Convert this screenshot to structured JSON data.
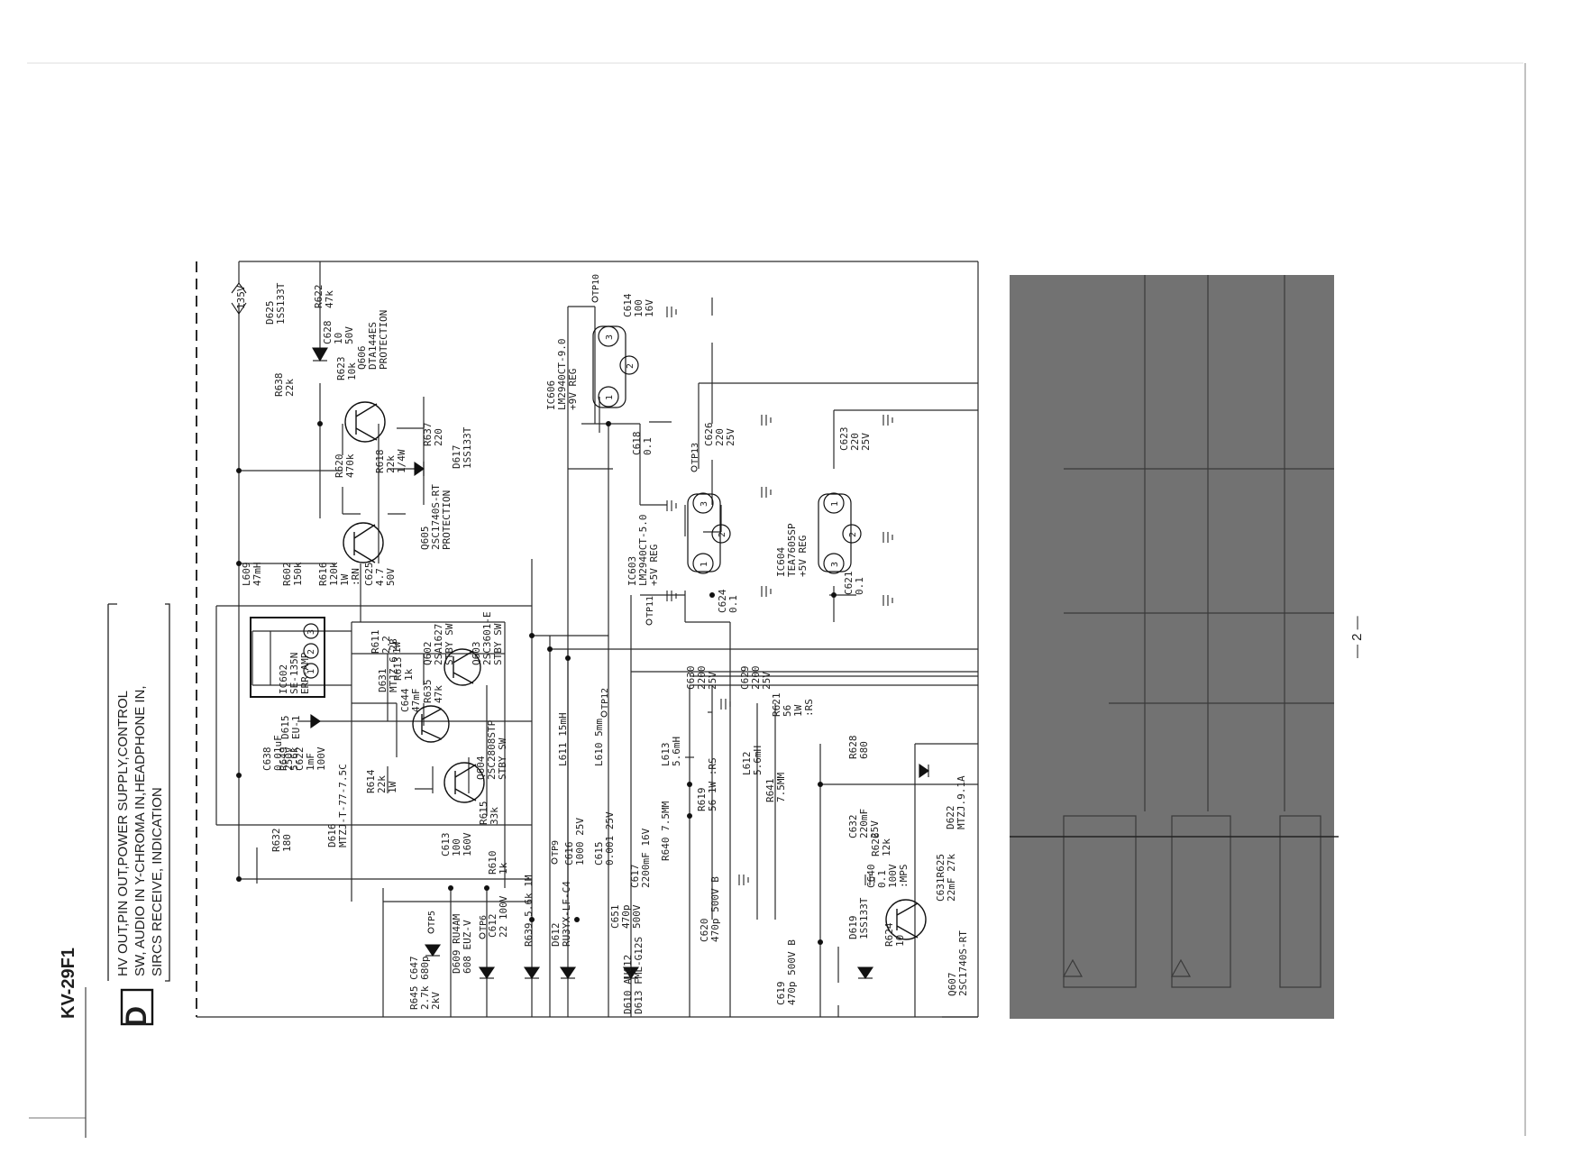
{
  "page": {
    "model": "KV-29F1",
    "section_letter": "D",
    "section_title_lines": [
      "HV OUT,PIN OUT,POWER SUPPLY,CONTROL",
      "SW, AUDIO IN Y-CHROMA IN,HEADPHONE IN,",
      "SIRCS RECEIVE, INDICATION"
    ],
    "page_number": "— 2 —",
    "supply_label": "135V"
  },
  "components": [
    {
      "ref": "IC602",
      "lines": [
        "IC602",
        "SE-135N",
        "ERR-AMP"
      ],
      "pins": [
        "3",
        "2",
        "1"
      ]
    },
    {
      "ref": "D615",
      "lines": [
        "D615",
        "EU-1"
      ]
    },
    {
      "ref": "C638",
      "lines": [
        "C638",
        "0.01uF",
        "250V"
      ]
    },
    {
      "ref": "R649",
      "lines": [
        "R649",
        "5.6k"
      ]
    },
    {
      "ref": "C622",
      "lines": [
        "C622",
        "1mF",
        "100V"
      ]
    },
    {
      "ref": "R614",
      "lines": [
        "R614",
        "22k",
        "1W"
      ]
    },
    {
      "ref": "R632",
      "lines": [
        "R632",
        "180"
      ]
    },
    {
      "ref": "D631",
      "lines": [
        "D631",
        "MTJZ-6.2B"
      ]
    },
    {
      "ref": "R613",
      "lines": [
        "R613",
        "1k"
      ]
    },
    {
      "ref": "C644",
      "lines": [
        "C644",
        "47mF"
      ]
    },
    {
      "ref": "R635",
      "lines": [
        "R635",
        "47k"
      ]
    },
    {
      "ref": "R611",
      "lines": [
        "R611",
        "2.2",
        "1W"
      ]
    },
    {
      "ref": "Q602",
      "lines": [
        "Q602",
        "2SA1627",
        "STBY SW"
      ]
    },
    {
      "ref": "Q603",
      "lines": [
        "Q603",
        "2SC3601-E",
        "STBY SW"
      ]
    },
    {
      "ref": "Q604",
      "lines": [
        "Q604",
        "2SC2808STP",
        "STBY SW"
      ]
    },
    {
      "ref": "R615",
      "lines": [
        "R615",
        "33k"
      ]
    },
    {
      "ref": "D616",
      "lines": [
        "D616",
        "MTZJ-T-77-7.5C"
      ]
    },
    {
      "ref": "C613",
      "lines": [
        "C613",
        "100",
        "160V"
      ]
    },
    {
      "ref": "L609",
      "lines": [
        "L609",
        "47mH"
      ]
    },
    {
      "ref": "R602",
      "lines": [
        "R602",
        "150k"
      ]
    },
    {
      "ref": "R616",
      "lines": [
        "R616",
        "120k",
        "1W",
        ":RN"
      ]
    },
    {
      "ref": "C625",
      "lines": [
        "C625",
        "4.7",
        "50V"
      ]
    },
    {
      "ref": "Q605",
      "lines": [
        "Q605",
        "2SC1740S-RT",
        "PROTECTION"
      ]
    },
    {
      "ref": "R620",
      "lines": [
        "R620",
        "470k"
      ]
    },
    {
      "ref": "R618",
      "lines": [
        "R618",
        "22k",
        "1/4W"
      ]
    },
    {
      "ref": "D617",
      "lines": [
        "D617",
        "1SS133T"
      ]
    },
    {
      "ref": "R638",
      "lines": [
        "R638",
        "22k"
      ]
    },
    {
      "ref": "D625",
      "lines": [
        "D625",
        "1SS133T"
      ]
    },
    {
      "ref": "R623",
      "lines": [
        "R623",
        "10k"
      ]
    },
    {
      "ref": "C628",
      "lines": [
        "C628",
        "10",
        "50V"
      ]
    },
    {
      "ref": "Q606",
      "lines": [
        "Q606",
        "DTA144ES",
        "PROTECTION"
      ]
    },
    {
      "ref": "R622",
      "lines": [
        "R622",
        "47k"
      ]
    },
    {
      "ref": "R637",
      "lines": [
        "R637",
        "220"
      ]
    },
    {
      "ref": "IC606",
      "lines": [
        "IC606",
        "LM2940CT-9.0",
        "+9V REG"
      ],
      "pins": [
        "1",
        "2",
        "3"
      ]
    },
    {
      "ref": "C614",
      "lines": [
        "C614",
        "100",
        "16V"
      ]
    },
    {
      "ref": "C618",
      "lines": [
        "C618",
        "0.1"
      ]
    },
    {
      "ref": "C626",
      "lines": [
        "C626",
        "220",
        "25V"
      ]
    },
    {
      "ref": "IC603",
      "lines": [
        "IC603",
        "LM2940CT-5.0",
        "+5V REG"
      ],
      "pins": [
        "1",
        "2",
        "3"
      ]
    },
    {
      "ref": "C624",
      "lines": [
        "C624",
        "0.1"
      ]
    },
    {
      "ref": "IC604",
      "lines": [
        "IC604",
        "TEA7605SP",
        "+5V REG"
      ],
      "pins": [
        "3",
        "2",
        "1"
      ]
    },
    {
      "ref": "C623",
      "lines": [
        "C623",
        "220",
        "25V"
      ]
    },
    {
      "ref": "C621",
      "lines": [
        "C621",
        "0.1"
      ]
    },
    {
      "ref": "C616",
      "lines": [
        "C616",
        "1000 25V"
      ]
    },
    {
      "ref": "C615",
      "lines": [
        "C615",
        "0.001 25V"
      ]
    },
    {
      "ref": "C617",
      "lines": [
        "C617",
        "2200mF 16V"
      ]
    },
    {
      "ref": "L611",
      "lines": [
        "L611 15mH"
      ]
    },
    {
      "ref": "L610",
      "lines": [
        "L610 5mm"
      ]
    },
    {
      "ref": "L613",
      "lines": [
        "L613",
        "5.6mH"
      ]
    },
    {
      "ref": "C630",
      "lines": [
        "C630",
        "2200",
        "25V"
      ]
    },
    {
      "ref": "C629",
      "lines": [
        "C629",
        "2200",
        "25V"
      ]
    },
    {
      "ref": "L612",
      "lines": [
        "L612",
        "5.6mH"
      ]
    },
    {
      "ref": "R621",
      "lines": [
        "R621",
        "56",
        "1W",
        ":RS"
      ]
    },
    {
      "ref": "R640",
      "lines": [
        "R640 7.5MM"
      ]
    },
    {
      "ref": "R619",
      "lines": [
        "R619",
        "56 1W :RS"
      ]
    },
    {
      "ref": "R641",
      "lines": [
        "R641",
        "7.5MM"
      ]
    },
    {
      "ref": "C640",
      "lines": [
        "C640",
        "0.1",
        "100V",
        ":MPS"
      ]
    },
    {
      "ref": "R628",
      "lines": [
        "R628",
        "680"
      ]
    },
    {
      "ref": "C632",
      "lines": [
        "C632",
        "220mF",
        "25V"
      ]
    },
    {
      "ref": "R626",
      "lines": [
        "R626",
        "12k"
      ]
    },
    {
      "ref": "D622",
      "lines": [
        "D622",
        "MTZJ.9.1A"
      ]
    },
    {
      "ref": "R625",
      "lines": [
        "C631R625",
        "22mF 27k"
      ]
    },
    {
      "ref": "Q607",
      "lines": [
        "Q607",
        "2SC1740S-RT"
      ]
    },
    {
      "ref": "D619",
      "lines": [
        "D619",
        "1SS133T"
      ]
    },
    {
      "ref": "R624",
      "lines": [
        "R624",
        "10"
      ]
    },
    {
      "ref": "C619",
      "lines": [
        "C619",
        "470p 500V B"
      ]
    },
    {
      "ref": "C620",
      "lines": [
        "C620",
        "470p 500V B"
      ]
    },
    {
      "ref": "D610",
      "lines": [
        "D610 AU012",
        "D613 FML-G12S"
      ]
    },
    {
      "ref": "C651",
      "lines": [
        "C651",
        "470p",
        "500V"
      ]
    },
    {
      "ref": "D612",
      "lines": [
        "D612",
        "RU3YX-LF-C4"
      ]
    },
    {
      "ref": "R639",
      "lines": [
        "R639 5.6k 1M"
      ]
    },
    {
      "ref": "C612",
      "lines": [
        "C612",
        "22 100V"
      ]
    },
    {
      "ref": "R610",
      "lines": [
        "R610",
        "1k"
      ]
    },
    {
      "ref": "D609",
      "lines": [
        "D609 RU4AM",
        "608 EUZ-V"
      ]
    },
    {
      "ref": "R645",
      "lines": [
        "R645 C647",
        "2.7k 680p",
        "2kV"
      ]
    }
  ],
  "test_points": [
    "TP10",
    "TP13",
    "TP11",
    "TP12",
    "TP9",
    "TP5",
    "TP6"
  ]
}
